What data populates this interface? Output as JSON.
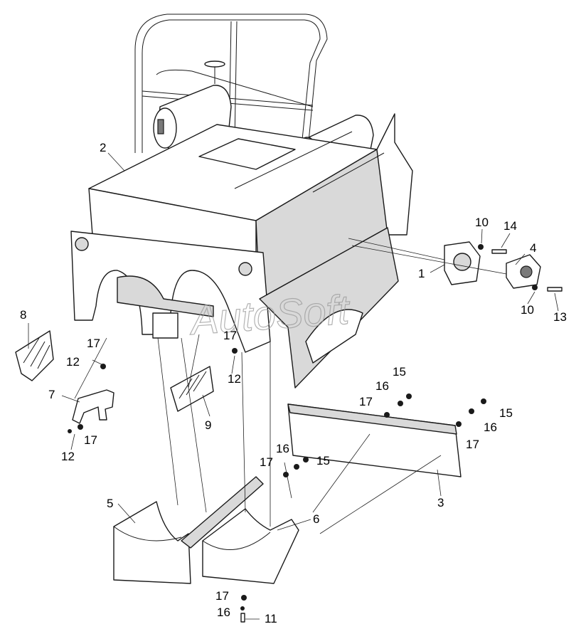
{
  "watermark": "AutoSoft",
  "callouts": {
    "c1": "1",
    "c2": "2",
    "c3": "3",
    "c4": "4",
    "c5": "5",
    "c6": "6",
    "c7": "7",
    "c8": "8",
    "c9": "9",
    "c10a": "10",
    "c10b": "10",
    "c11": "11",
    "c12a": "12",
    "c12b": "12",
    "c12c": "12",
    "c13": "13",
    "c14": "14",
    "c15a": "15",
    "c15b": "15",
    "c15c": "15",
    "c16a": "16",
    "c16b": "16",
    "c16c": "16",
    "c16d": "16",
    "c17a": "17",
    "c17b": "17",
    "c17c": "17",
    "c17d": "17",
    "c17e": "17",
    "c17f": "17",
    "c17g": "17"
  }
}
